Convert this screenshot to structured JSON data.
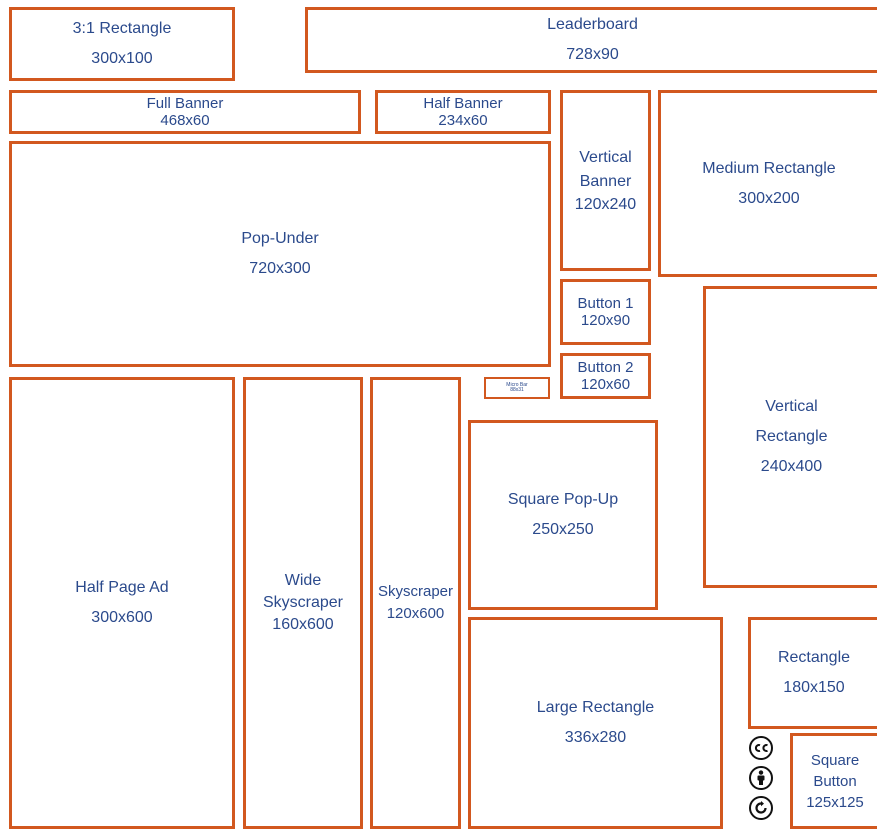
{
  "colors": {
    "border": "#d2581f",
    "text": "#2b4a8c"
  },
  "ad_sizes": [
    {
      "name": "3:1 Rectangle",
      "size": "300x100"
    },
    {
      "name": "Leaderboard",
      "size": "728x90"
    },
    {
      "name": "Full Banner",
      "size": "468x60"
    },
    {
      "name": "Half Banner",
      "size": "234x60"
    },
    {
      "name": "Vertical\nBanner",
      "size": "120x240"
    },
    {
      "name": "Medium Rectangle",
      "size": "300x200"
    },
    {
      "name": "Pop-Under",
      "size": "720x300"
    },
    {
      "name": "Button 1",
      "size": "120x90"
    },
    {
      "name": "Button 2",
      "size": "120x60"
    },
    {
      "name": "Micro Bar",
      "size": "88x31"
    },
    {
      "name": "Vertical\nRectangle",
      "size": "240x400"
    },
    {
      "name": "Half Page Ad",
      "size": "300x600"
    },
    {
      "name": "Wide\nSkyscraper",
      "size": "160x600"
    },
    {
      "name": "Skyscraper",
      "size": "120x600"
    },
    {
      "name": "Square Pop-Up",
      "size": "250x250"
    },
    {
      "name": "Large Rectangle",
      "size": "336x280"
    },
    {
      "name": "Rectangle",
      "size": "180x150"
    },
    {
      "name": "Square\nButton",
      "size": "125x125"
    }
  ],
  "license_icons": [
    "cc-icon",
    "attribution-icon",
    "share-alike-icon"
  ]
}
